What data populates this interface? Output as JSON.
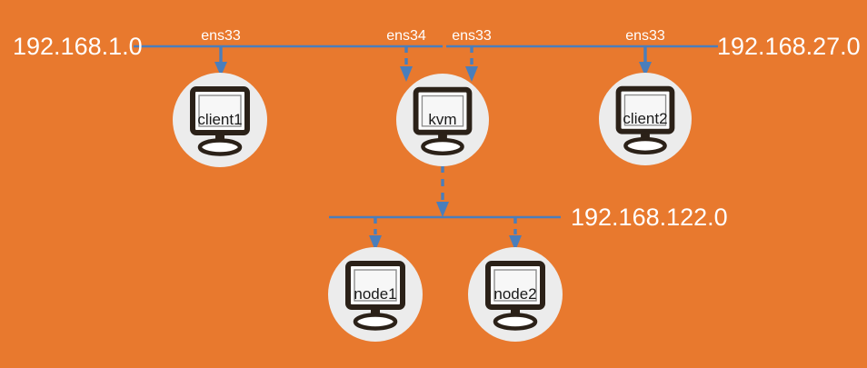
{
  "diagram": {
    "title": "Network topology diagram",
    "background_color": "#e8792e",
    "line_color": "#4a7ebb",
    "node_circle_color": "#ececec",
    "label_color": "#ffffff",
    "node_text_color": "#1a1a1a"
  },
  "networks": [
    {
      "id": "net1",
      "label": "192.168.1.0",
      "label_side": "left"
    },
    {
      "id": "net27",
      "label": "192.168.27.0",
      "label_side": "right"
    },
    {
      "id": "net122",
      "label": "192.168.122.0",
      "label_side": "right"
    }
  ],
  "interfaces": [
    {
      "id": "if1",
      "label": "ens33",
      "network": "192.168.1.0",
      "target": "client1",
      "style": "solid"
    },
    {
      "id": "if2",
      "label": "ens34",
      "network": "192.168.1.0",
      "target": "kvm",
      "style": "dashed"
    },
    {
      "id": "if3",
      "label": "ens33",
      "network": "192.168.27.0",
      "target": "kvm",
      "style": "dashed"
    },
    {
      "id": "if4",
      "label": "ens33",
      "network": "192.168.27.0",
      "target": "client2",
      "style": "solid"
    }
  ],
  "nodes": [
    {
      "id": "client1",
      "name": "client1",
      "icon": "computer-monitor-icon"
    },
    {
      "id": "kvm",
      "name": "kvm",
      "icon": "computer-monitor-icon"
    },
    {
      "id": "client2",
      "name": "client2",
      "icon": "computer-monitor-icon"
    },
    {
      "id": "node1",
      "name": "node1",
      "icon": "computer-monitor-icon"
    },
    {
      "id": "node2",
      "name": "node2",
      "icon": "computer-monitor-icon"
    }
  ]
}
